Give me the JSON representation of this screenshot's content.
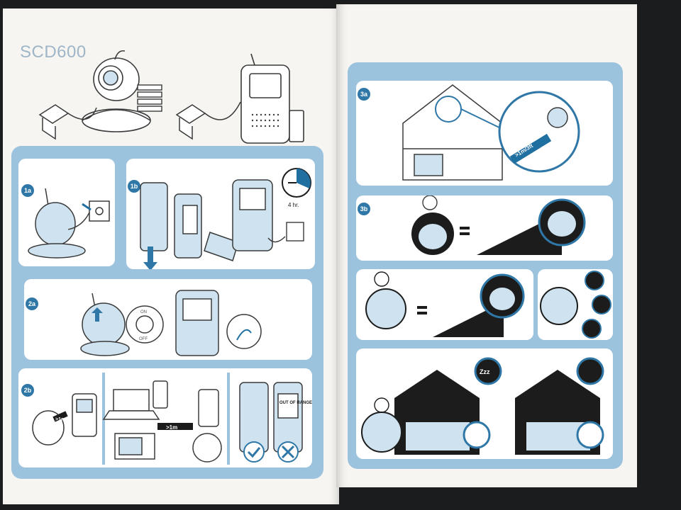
{
  "left_page": {
    "model": "SCD600",
    "steps": {
      "s1a": "1a",
      "s1b": "1b",
      "s2a": "2a",
      "s2b": "2b"
    },
    "timer_label": "4 hr.",
    "switch_on": "ON",
    "switch_off": "OFF",
    "distance_1": ">1m",
    "distance_2": ">1m",
    "out_of_range": "OUT OF RANGE"
  },
  "right_page": {
    "steps": {
      "s3a": "3a",
      "s3b": "3b"
    },
    "distance_3": ">1m/3ft",
    "zzz": "Zzz"
  },
  "colors": {
    "accent": "#9cc3dd",
    "badge": "#2f77a6",
    "line": "#3a3a3a",
    "dark_fill": "#1c1c1c"
  },
  "icons": [
    "camera-unit-icon",
    "parent-unit-icon",
    "power-adapter-icon",
    "battery-icon",
    "clock-icon",
    "house-icon",
    "sun-icon",
    "music-icon",
    "sound-icon",
    "check-icon",
    "cross-icon",
    "laptop-icon",
    "phone-icon",
    "microwave-icon"
  ]
}
